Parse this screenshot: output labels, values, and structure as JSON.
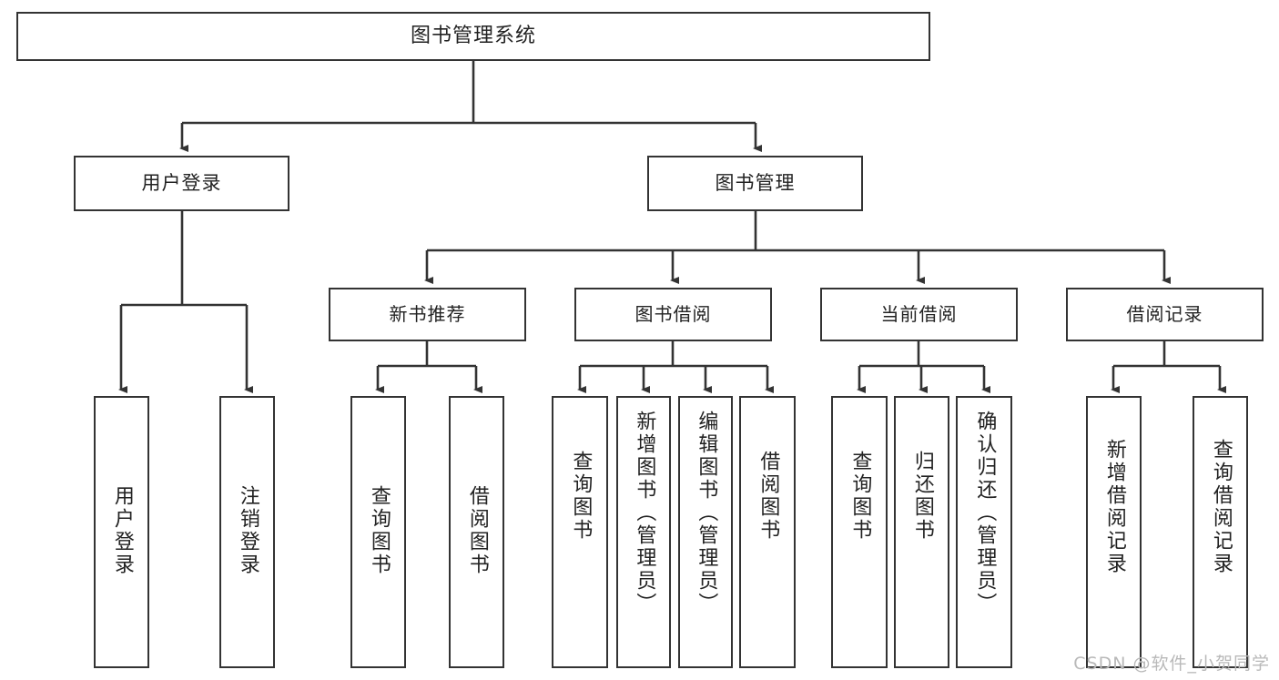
{
  "diagram": {
    "type": "tree",
    "title": "图书管理系统",
    "root": {
      "label": "图书管理系统"
    },
    "level2": [
      {
        "label": "用户登录"
      },
      {
        "label": "图书管理"
      }
    ],
    "level3": [
      {
        "label": "新书推荐"
      },
      {
        "label": "图书借阅"
      },
      {
        "label": "当前借阅"
      },
      {
        "label": "借阅记录"
      }
    ],
    "leaves": {
      "user_login": [
        {
          "label": "用户登录"
        },
        {
          "label": "注销登录"
        }
      ],
      "new_book": [
        {
          "label": "查询图书"
        },
        {
          "label": "借阅图书"
        }
      ],
      "book_borrow": [
        {
          "label": "查询图书"
        },
        {
          "label": "新增图书（管理员）"
        },
        {
          "label": "编辑图书（管理员）"
        },
        {
          "label": "借阅图书"
        }
      ],
      "current_borrow": [
        {
          "label": "查询图书"
        },
        {
          "label": "归还图书"
        },
        {
          "label": "确认归还（管理员）"
        }
      ],
      "borrow_record": [
        {
          "label": "新增借阅记录"
        },
        {
          "label": "查询借阅记录"
        }
      ]
    }
  },
  "watermark": {
    "text": "CSDN @软件_小贺同学"
  },
  "colors": {
    "box_border": "#333333",
    "box_fill": "#ffffff",
    "text": "#222222",
    "connector": "#333333",
    "watermark": "#b9b9b9"
  }
}
